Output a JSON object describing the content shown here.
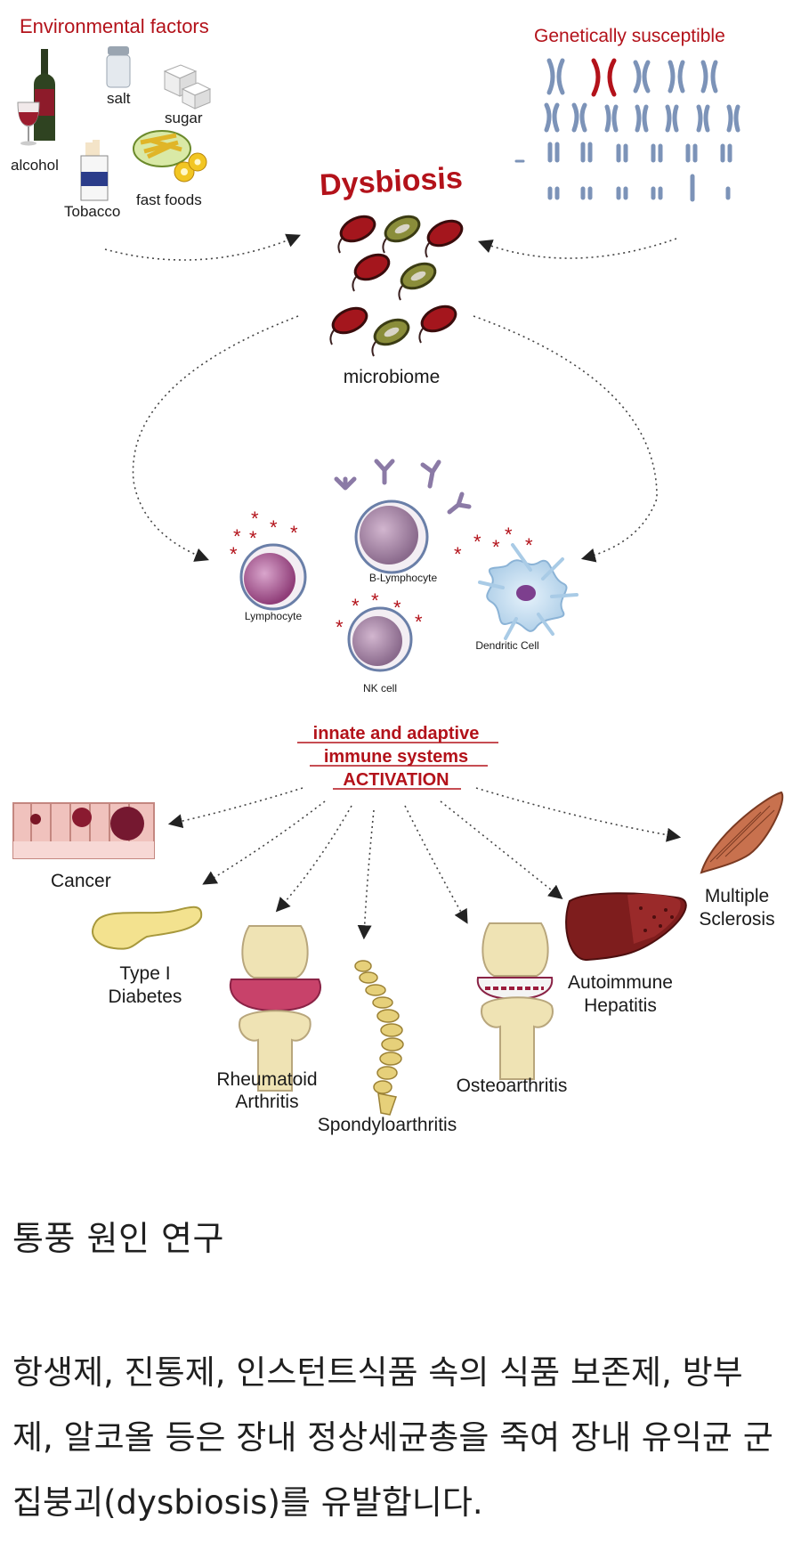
{
  "diagram": {
    "environmental_title": "Environmental factors",
    "genetic_title": "Genetically susceptible",
    "env_labels": {
      "salt": "salt",
      "sugar": "sugar",
      "alcohol": "alcohol",
      "tobacco": "Tobacco",
      "fast_foods": "fast foods"
    },
    "dysbiosis": "Dysbiosis",
    "microbiome": "microbiome",
    "cells": {
      "lymphocyte": "Lymphocyte",
      "b_lymphocyte": "B-Lymphocyte",
      "nk_cell": "NK cell",
      "dendritic_cell": "Dendritic Cell"
    },
    "activation": [
      "innate and adaptive",
      "immune systems",
      "ACTIVATION"
    ],
    "diseases": {
      "cancer": "Cancer",
      "type1_diabetes": [
        "Type I",
        "Diabetes"
      ],
      "rheumatoid_arthritis": [
        "Rheumatoid",
        "Arthritis"
      ],
      "spondyloarthritis": "Spondyloarthritis",
      "osteoarthritis": "Osteoarthritis",
      "autoimmune_hepatitis": [
        "Autoimmune",
        "Hepatitis"
      ],
      "multiple_sclerosis": [
        "Multiple",
        "Sclerosis"
      ]
    }
  },
  "caption": {
    "title": "통풍 원인 연구",
    "paragraph": "항생제, 진통제, 인스턴트식품 속의 식품 보존제, 방부제, 알코올 등은 장내 정상세균총을 죽여 장내 유익균 군집붕괴(dysbiosis)를 유발합니다."
  },
  "colors": {
    "accent_red": "#b3121a",
    "bacteria_red": "#a4161d",
    "bacteria_olive": "#8a8d3a",
    "chromosome_blue": "#7c93b8",
    "cell_purple": "#b46b9d",
    "bone_cream": "#efe3b4"
  }
}
